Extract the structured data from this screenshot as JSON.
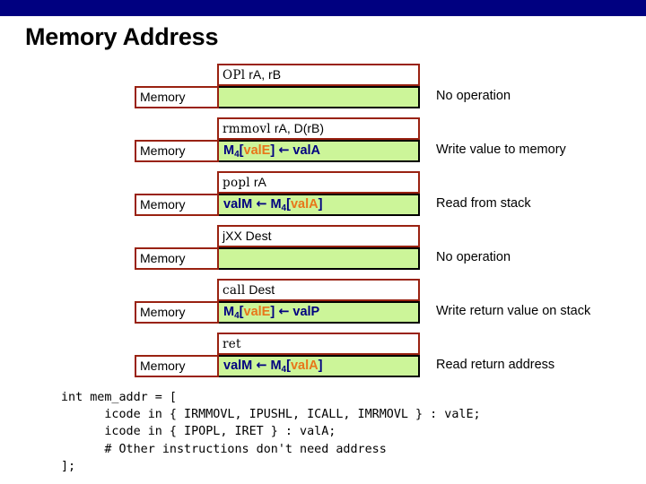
{
  "banner": {
    "color": "#000080"
  },
  "title": "Memory Address",
  "table": {
    "stage_label": "Memory",
    "rows": [
      {
        "instr_mono": "OPl",
        "instr_sans": " rA, rB",
        "instr_full": "OPl rA, rB",
        "stage": "Memory",
        "compute_parts": [],
        "compute_text": "",
        "description": "No operation"
      },
      {
        "instr_mono": "rmmovl",
        "instr_sans": " rA, D(rB)",
        "instr_full": "rmmovl rA, D(rB)",
        "stage": "Memory",
        "compute_parts": [
          {
            "text": "M",
            "style": "plain"
          },
          {
            "text": "4",
            "style": "sub"
          },
          {
            "text": "[",
            "style": "plain"
          },
          {
            "text": "valE",
            "style": "highlight"
          },
          {
            "text": "] ",
            "style": "plain"
          },
          {
            "text": "←",
            "style": "arrow"
          },
          {
            "text": " valA",
            "style": "plain"
          }
        ],
        "compute_text": "M4[valE] ← valA",
        "description": "Write value to memory"
      },
      {
        "instr_mono": "popl",
        "instr_sans": " rA",
        "instr_full": "popl rA",
        "stage": "Memory",
        "compute_parts": [
          {
            "text": "valM ",
            "style": "plain"
          },
          {
            "text": "←",
            "style": "arrow"
          },
          {
            "text": " M",
            "style": "plain"
          },
          {
            "text": "4",
            "style": "sub"
          },
          {
            "text": "[",
            "style": "plain"
          },
          {
            "text": "valA",
            "style": "highlight"
          },
          {
            "text": "]",
            "style": "plain"
          }
        ],
        "compute_text": "valM ← M4[valA]",
        "description": "Read from stack"
      },
      {
        "instr_mono": "",
        "instr_sans": "jXX Dest",
        "instr_full": "jXX Dest",
        "stage": "Memory",
        "compute_parts": [],
        "compute_text": "",
        "description": "No operation"
      },
      {
        "instr_mono": "call",
        "instr_sans": " Dest",
        "instr_full": "call Dest",
        "stage": "Memory",
        "compute_parts": [
          {
            "text": "M",
            "style": "plain"
          },
          {
            "text": "4",
            "style": "sub"
          },
          {
            "text": "[",
            "style": "plain"
          },
          {
            "text": "valE",
            "style": "highlight"
          },
          {
            "text": "] ",
            "style": "plain"
          },
          {
            "text": "←",
            "style": "arrow"
          },
          {
            "text": " valP",
            "style": "plain"
          }
        ],
        "compute_text": "M4[valE] ← valP",
        "description": "Write return value on stack"
      },
      {
        "instr_mono": "ret",
        "instr_sans": "",
        "instr_full": "ret",
        "stage": "Memory",
        "compute_parts": [
          {
            "text": "valM ",
            "style": "plain"
          },
          {
            "text": "←",
            "style": "arrow"
          },
          {
            "text": " M",
            "style": "plain"
          },
          {
            "text": "4",
            "style": "sub"
          },
          {
            "text": "[",
            "style": "plain"
          },
          {
            "text": "valA",
            "style": "highlight"
          },
          {
            "text": "]",
            "style": "plain"
          }
        ],
        "compute_text": "valM ← M4[valA]",
        "description": "Read return address"
      }
    ]
  },
  "code": {
    "lines": [
      "int mem_addr = [",
      "      icode in { IRMMOVL, IPUSHL, ICALL, IMRMOVL } : valE;",
      "      icode in { IPOPL, IRET } : valA;",
      "      # Other instructions don't need address",
      "];"
    ],
    "text": "int mem_addr = [\n      icode in { IRMMOVL, IPUSHL, ICALL, IMRMOVL } : valE;\n      icode in { IPOPL, IRET } : valA;\n      # Other instructions don't need address\n];"
  },
  "colors": {
    "banner": "#000080",
    "header_border": "#992211",
    "compute_bg": "#ccf599",
    "compute_text": "#000080",
    "highlight": "#e8761a"
  }
}
